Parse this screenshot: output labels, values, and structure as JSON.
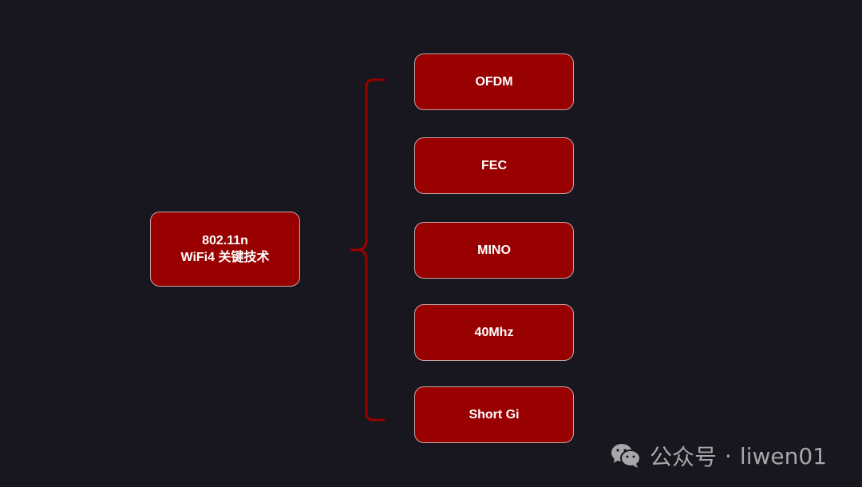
{
  "diagram": {
    "root": {
      "line1": "802.11n",
      "line2": "WiFi4 关键技术"
    },
    "children": [
      {
        "label": "OFDM"
      },
      {
        "label": "FEC"
      },
      {
        "label": "MINO"
      },
      {
        "label": "40Mhz"
      },
      {
        "label": "Short Gi"
      }
    ],
    "colors": {
      "background": "#18161e",
      "node_fill": "#990000",
      "node_border": "#c9a6a6",
      "brace": "#990000",
      "text": "#ffffff"
    }
  },
  "watermark": {
    "icon": "wechat-icon",
    "account_label": "公众号",
    "separator": "·",
    "account_name": "liwen01"
  }
}
